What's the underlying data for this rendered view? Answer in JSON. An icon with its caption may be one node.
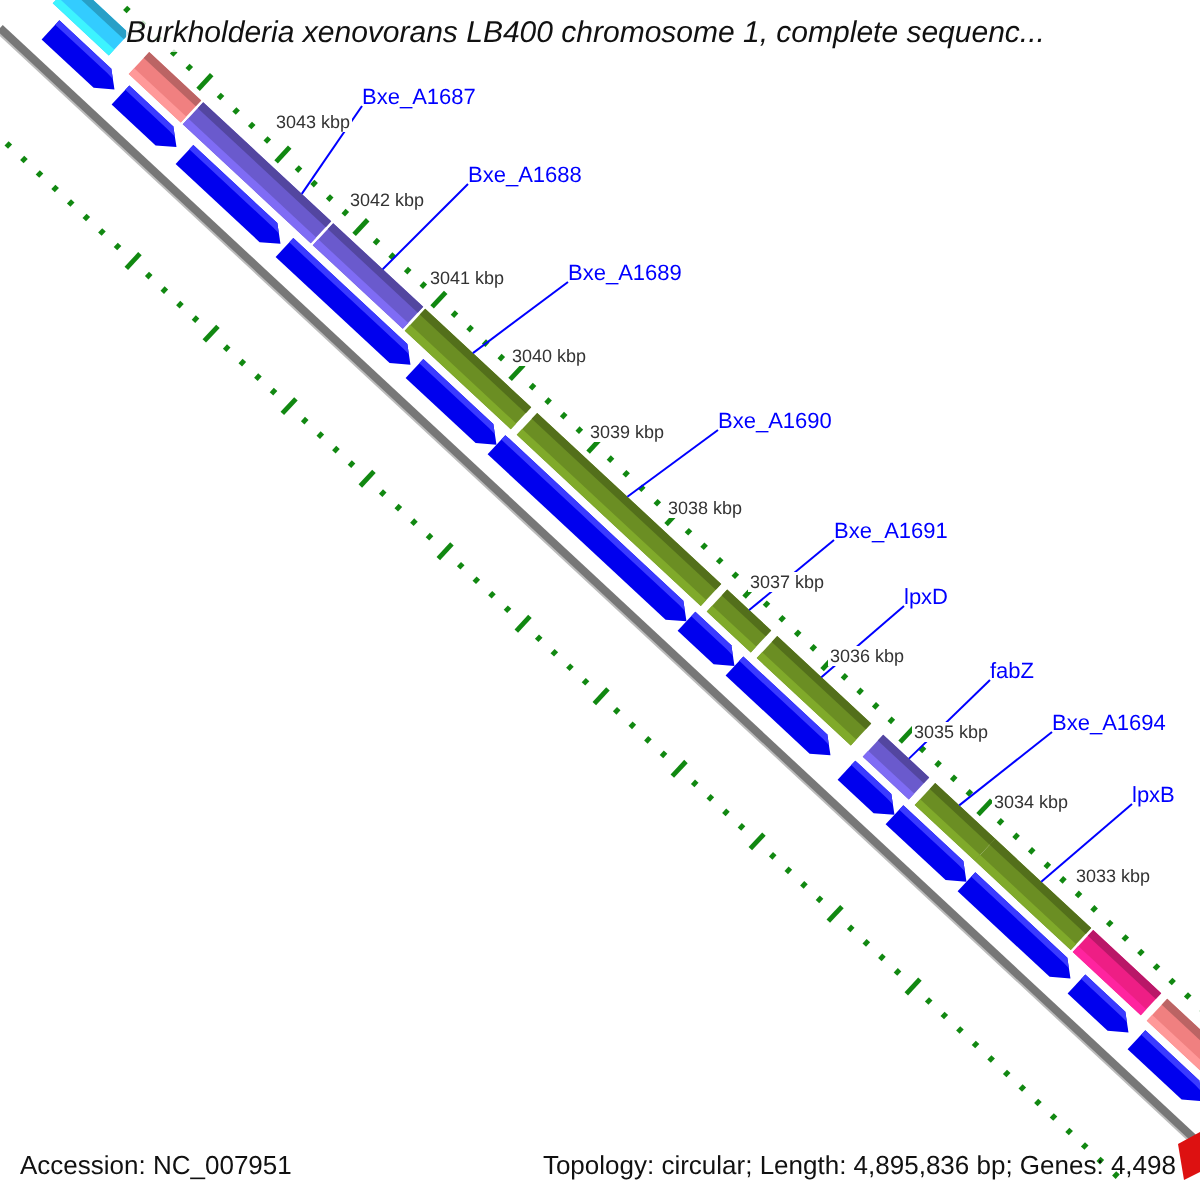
{
  "diagram": {
    "title": "Burkholderia xenovorans LB400 chromosome 1, complete sequenc...",
    "nodes": [
      {
        "text": [
          "Bxe_A1687"
        ]
      },
      {
        "text": [
          "Bxe_A1688"
        ]
      },
      {
        "text": [
          "Bxe_A1689"
        ]
      },
      {
        "text": [
          "Bxe_A1690"
        ]
      },
      {
        "text": [
          "Bxe_A1691"
        ]
      },
      {
        "text": [
          "lpxD"
        ]
      },
      {
        "text": [
          "fabZ"
        ]
      },
      {
        "text": [
          "Bxe_A1694"
        ]
      },
      {
        "text": [
          "lpxB"
        ]
      },
      {
        "text": [],
        "shape": "bar"
      },
      {
        "text": [],
        "shape": "bar"
      },
      {
        "text": [],
        "shape": "bar"
      },
      {
        "text": [],
        "shape": "bar"
      },
      {
        "text": [],
        "shape": "bar"
      },
      {
        "text": [],
        "shape": "bar"
      },
      {
        "text": [],
        "shape": "bar"
      },
      {
        "text": [],
        "shape": "bar"
      },
      {
        "text": [],
        "shape": "bar"
      },
      {
        "text": [],
        "shape": "bar"
      },
      {
        "text": [],
        "shape": "bar"
      },
      {
        "text": [],
        "shape": "bar"
      },
      {
        "text": [],
        "shape": "bar"
      }
    ],
    "edges": [
      {
        "from": 0,
        "to": 11,
        "arrow": "none"
      },
      {
        "from": 1,
        "to": 12,
        "arrow": "none"
      },
      {
        "from": 2,
        "to": 13,
        "arrow": "none"
      },
      {
        "from": 3,
        "to": 14,
        "arrow": "none"
      },
      {
        "from": 4,
        "to": 15,
        "arrow": "none"
      },
      {
        "from": 5,
        "to": 16,
        "arrow": "none"
      },
      {
        "from": 6,
        "to": 17,
        "arrow": "none"
      },
      {
        "from": 7,
        "to": 18,
        "arrow": "none"
      },
      {
        "from": 8,
        "to": 19,
        "arrow": "none"
      }
    ],
    "labels": [
      "3043 kbp",
      "3042 kbp",
      "3041 kbp",
      "3040 kbp",
      "3039 kbp",
      "3038 kbp",
      "3037 kbp",
      "3036 kbp",
      "3035 kbp",
      "3034 kbp",
      "3033 kbp",
      "Accession: NC_007951",
      "Topology: circular; Length: 4,895,836 bp; Genes: 4,498"
    ]
  }
}
